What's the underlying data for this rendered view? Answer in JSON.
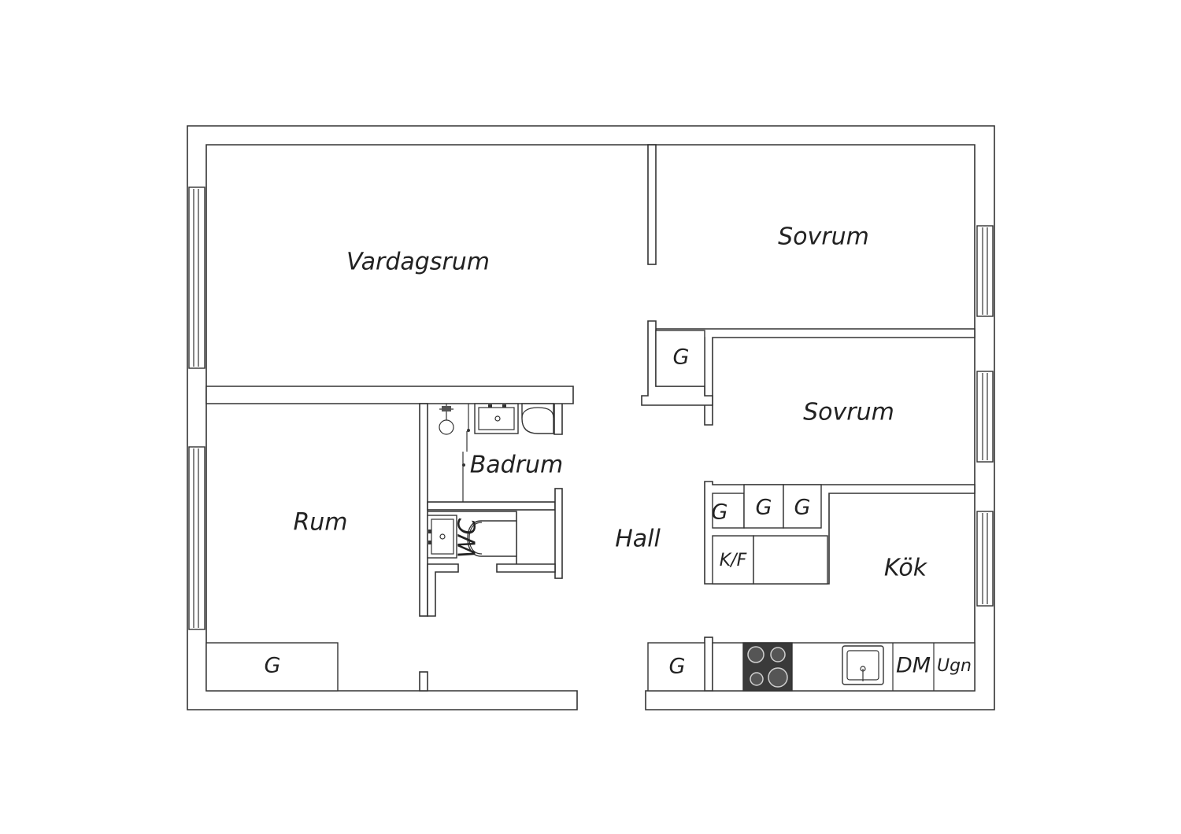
{
  "rooms": {
    "vardagsrum": "Vardagsrum",
    "sovrum_top": "Sovrum",
    "sovrum_middle": "Sovrum",
    "badrum": "Badrum",
    "rum": "Rum",
    "hall": "Hall",
    "kok": "Kök",
    "wc": "WC"
  },
  "fixtures": {
    "garderob": "G",
    "kyl_frys": "K/F",
    "diskmaskin": "DM",
    "ugn": "Ugn"
  },
  "colors": {
    "wall_stroke": "#333333",
    "background": "#ffffff",
    "stove_fill": "#333333"
  }
}
